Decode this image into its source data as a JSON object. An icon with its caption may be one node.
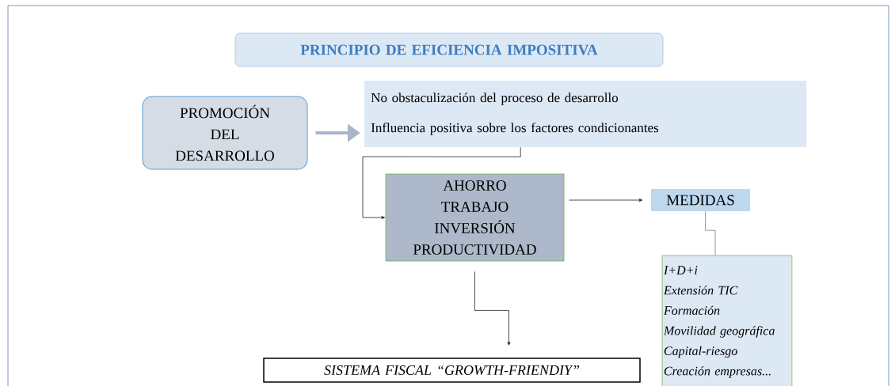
{
  "diagram": {
    "nodes": [
      {
        "text": [
          "PRINCIPIO DE EFICIENCIA IMPOSITIVA"
        ]
      },
      {
        "text": [
          "PROMOCIÓN DEL DESARROLLO"
        ]
      },
      {
        "text": [
          "No obstaculización del proceso de desarrollo",
          "Influencia positiva sobre los factores condicionantes"
        ]
      },
      {
        "text": [
          "AHORRO",
          "TRABAJO",
          "INVERSIÓN",
          "PRODUCTIVIDAD"
        ]
      },
      {
        "text": [
          "MEDIDAS"
        ]
      },
      {
        "text": [
          "I+D+i",
          "Extensión TIC",
          "Formación",
          "Movilidad geográfica",
          "Capital-riesgo",
          "Creación empresas..."
        ]
      },
      {
        "text": [
          "SISTEMA FISCAL “GROWTH-FRIENDIY”"
        ]
      }
    ],
    "edges": [
      {
        "from": 1,
        "to": 2,
        "arrow": "to",
        "style": "thick",
        "color": "#a9b5ca"
      },
      {
        "from": 2,
        "to": 3,
        "arrow": "to"
      },
      {
        "from": 3,
        "to": 4,
        "arrow": "to"
      },
      {
        "from": 4,
        "to": 5,
        "arrow": "none",
        "color": "#808080"
      },
      {
        "from": 3,
        "to": 6,
        "arrow": "to"
      }
    ]
  }
}
